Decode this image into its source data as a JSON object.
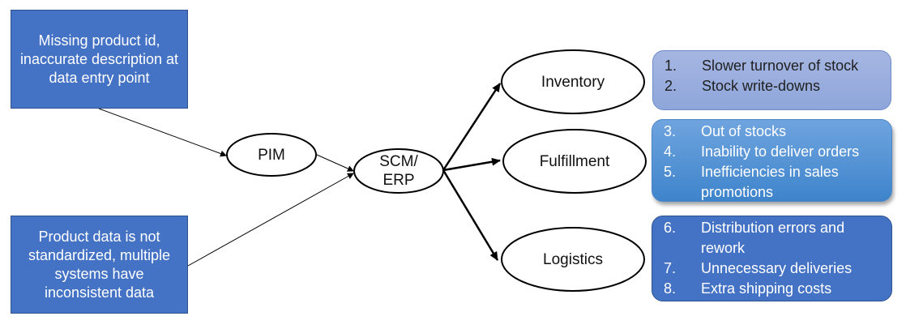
{
  "sources": [
    {
      "text": "Missing product id, inaccurate description at data entry point"
    },
    {
      "text": "Product data is not standardized, multiple systems have inconsistent data"
    }
  ],
  "nodes": {
    "pim": "PIM",
    "scm_erp_line1": "SCM/",
    "scm_erp_line2": "ERP",
    "inventory": "Inventory",
    "fulfillment": "Fulfillment",
    "logistics": "Logistics"
  },
  "impacts": {
    "inventory": [
      {
        "num": "1.",
        "text": "Slower turnover of stock"
      },
      {
        "num": "2.",
        "text": "Stock write-downs"
      }
    ],
    "fulfillment": [
      {
        "num": "3.",
        "text": "Out of stocks"
      },
      {
        "num": "4.",
        "text": "Inability to deliver orders"
      },
      {
        "num": "5.",
        "text": "Inefficiencies in sales promotions"
      }
    ],
    "logistics": [
      {
        "num": "6.",
        "text": "Distribution errors and rework"
      },
      {
        "num": "7.",
        "text": "Unnecessary deliveries"
      },
      {
        "num": "8.",
        "text": "Extra shipping costs"
      }
    ]
  },
  "colors": {
    "source_fill": "#4472c4",
    "inventory_box": "#97acdd",
    "fulfillment_box": "#5b9bd5",
    "logistics_box": "#4472c4"
  }
}
